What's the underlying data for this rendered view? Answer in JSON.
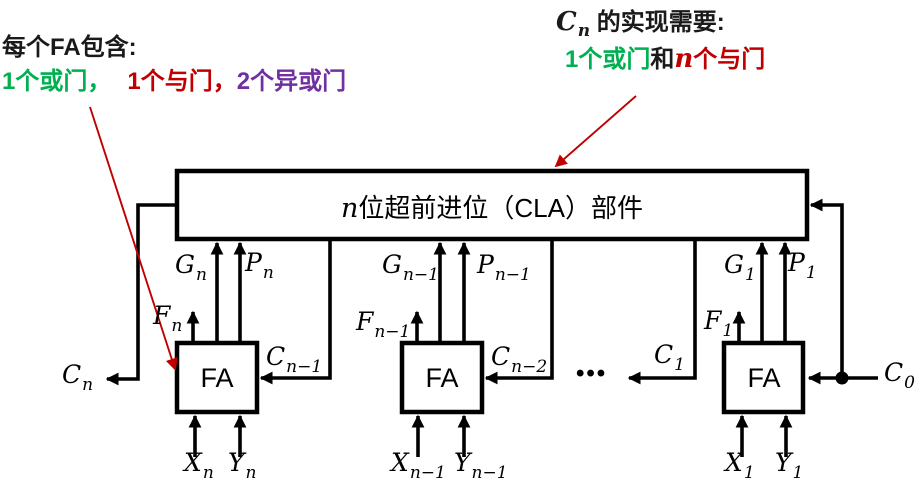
{
  "colors": {
    "green": "#00B050",
    "red": "#C00000",
    "purple": "#7030A0",
    "black": "#1a1a1a"
  },
  "notes": {
    "left": {
      "title": "每个FA包含:",
      "segments": [
        {
          "text": "1个或门，",
          "color": "green"
        },
        {
          "text": "1个与门，",
          "color": "red"
        },
        {
          "text": "2个异或门",
          "color": "purple"
        }
      ]
    },
    "right": {
      "title_math_base": "C",
      "title_math_sub": "n",
      "title_rest": " 的实现需要:",
      "segments": [
        {
          "text": "1个或门",
          "color": "green"
        },
        {
          "text": "和",
          "color": "black"
        },
        {
          "text": "n",
          "color": "red",
          "style": "italic"
        },
        {
          "text": "个与门",
          "color": "red"
        }
      ]
    }
  },
  "cla": {
    "label_italic": "n",
    "label_rest": "位超前进位（CLA）部件"
  },
  "fa": {
    "label": "FA"
  },
  "ellipsis": "•••",
  "labels": {
    "gn": {
      "base": "G",
      "sub": "n"
    },
    "pn": {
      "base": "P",
      "sub": "n"
    },
    "fn": {
      "base": "F",
      "sub": "n"
    },
    "cn1": {
      "base": "C",
      "sub": "n−1"
    },
    "cn": {
      "base": "C",
      "sub": "n"
    },
    "xn": {
      "base": "X",
      "sub": "n"
    },
    "yn": {
      "base": "Y",
      "sub": "n"
    },
    "gn_1": {
      "base": "G",
      "sub": "n−1"
    },
    "pn_1": {
      "base": "P",
      "sub": "n−1"
    },
    "fn_1": {
      "base": "F",
      "sub": "n−1"
    },
    "cn2": {
      "base": "C",
      "sub": "n−2"
    },
    "xn_1": {
      "base": "X",
      "sub": "n−1"
    },
    "yn_1": {
      "base": "Y",
      "sub": "n−1"
    },
    "c1": {
      "base": "C",
      "sub": "1"
    },
    "g1": {
      "base": "G",
      "sub": "1"
    },
    "p1": {
      "base": "P",
      "sub": "1"
    },
    "f1": {
      "base": "F",
      "sub": "1"
    },
    "c0": {
      "base": "C",
      "sub": "0"
    },
    "x1": {
      "base": "X",
      "sub": "1"
    },
    "y1": {
      "base": "Y",
      "sub": "1"
    }
  }
}
